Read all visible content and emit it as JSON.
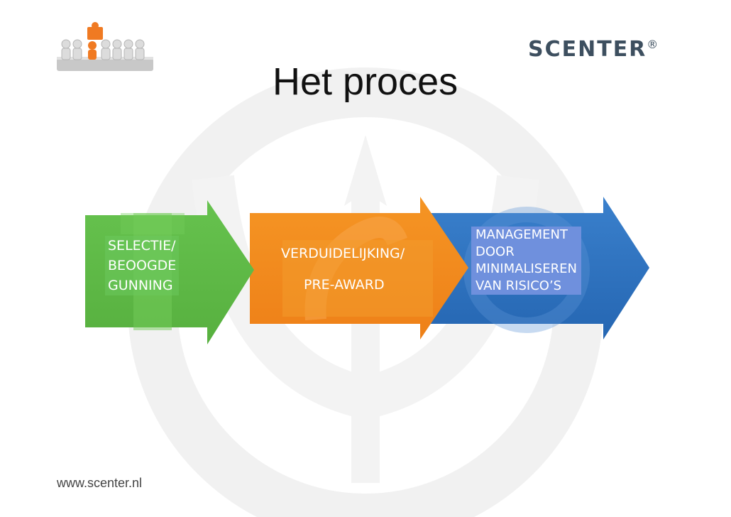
{
  "slide": {
    "title": "Het proces",
    "brand": "SCENTER",
    "brand_mark": "®",
    "footer": "www.scenter.nl"
  },
  "diagram": {
    "steps": [
      {
        "label": "SELECTIE/\nBEOOGDE\nGUNNING",
        "color": "#5fba47"
      },
      {
        "label_line1": "VERDUIDELIJKING/",
        "label_line2": "PRE-AWARD",
        "color": "#f28c1e"
      },
      {
        "label": "MANAGEMENT\nDOOR\nMINIMALISEREN\nVAN RISICO’S",
        "color": "#2f74c0"
      }
    ]
  },
  "colors": {
    "watermark": "#f1f1f1",
    "logo_orange": "#f07a22",
    "logo_grey": "#c8c8c8"
  }
}
